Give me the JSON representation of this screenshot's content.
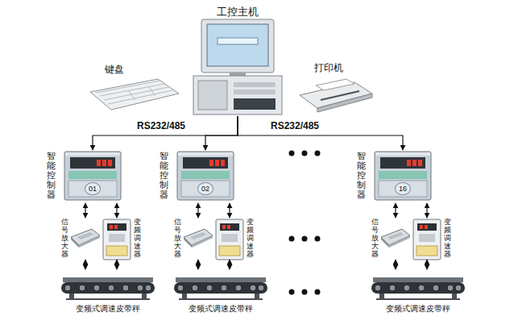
{
  "diagram": {
    "nodes": [
      {
        "text": [
          "工控主机"
        ]
      },
      {
        "text": [
          "键盘"
        ]
      },
      {
        "text": [
          "打印机"
        ]
      },
      {
        "text": [
          "智能控制器",
          "01"
        ]
      },
      {
        "text": [
          "信号放大器"
        ]
      },
      {
        "text": [
          "变频调速器"
        ]
      },
      {
        "text": [
          "变频式调速皮带秤"
        ]
      },
      {
        "text": [
          "智能控制器",
          "02"
        ]
      },
      {
        "text": [
          "信号放大器"
        ]
      },
      {
        "text": [
          "变频调速器"
        ]
      },
      {
        "text": [
          "变频式调速皮带秤"
        ]
      },
      {
        "text": [
          "智能控制器",
          "16"
        ]
      },
      {
        "text": [
          "信号放大器"
        ]
      },
      {
        "text": [
          "变频调速器"
        ]
      },
      {
        "text": [
          "变频式调速皮带秤"
        ]
      }
    ],
    "edges": [
      {
        "from": 0,
        "to": 3,
        "arrow": "to"
      },
      {
        "from": 0,
        "to": 7,
        "arrow": "to"
      },
      {
        "from": 0,
        "to": 11,
        "arrow": "to"
      },
      {
        "from": 3,
        "to": 4,
        "arrow": "both"
      },
      {
        "from": 3,
        "to": 5,
        "arrow": "both"
      },
      {
        "from": 4,
        "to": 6,
        "arrow": "both"
      },
      {
        "from": 5,
        "to": 6,
        "arrow": "both"
      },
      {
        "from": 7,
        "to": 8,
        "arrow": "both"
      },
      {
        "from": 7,
        "to": 9,
        "arrow": "both"
      },
      {
        "from": 8,
        "to": 10,
        "arrow": "both"
      },
      {
        "from": 9,
        "to": 10,
        "arrow": "both"
      },
      {
        "from": 11,
        "to": 12,
        "arrow": "both"
      },
      {
        "from": 11,
        "to": 13,
        "arrow": "both"
      },
      {
        "from": 12,
        "to": 14,
        "arrow": "both"
      },
      {
        "from": 13,
        "to": 14,
        "arrow": "both"
      }
    ],
    "labels": [
      "RS232/485",
      "RS232/485"
    ]
  }
}
